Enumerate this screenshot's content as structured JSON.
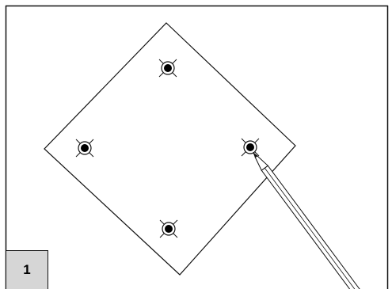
{
  "step": {
    "number": "1"
  },
  "diagram": {
    "objects": [
      {
        "name": "square-plate",
        "shape": "square rotated 45 degrees"
      },
      {
        "name": "mounting-holes",
        "count": 4,
        "icon": "crosshair-hole-icon"
      },
      {
        "name": "pencil",
        "icon": "pencil-icon",
        "marking_hole": "right"
      }
    ],
    "line_color": "#111111",
    "badge_fill": "#d6d6d6"
  }
}
